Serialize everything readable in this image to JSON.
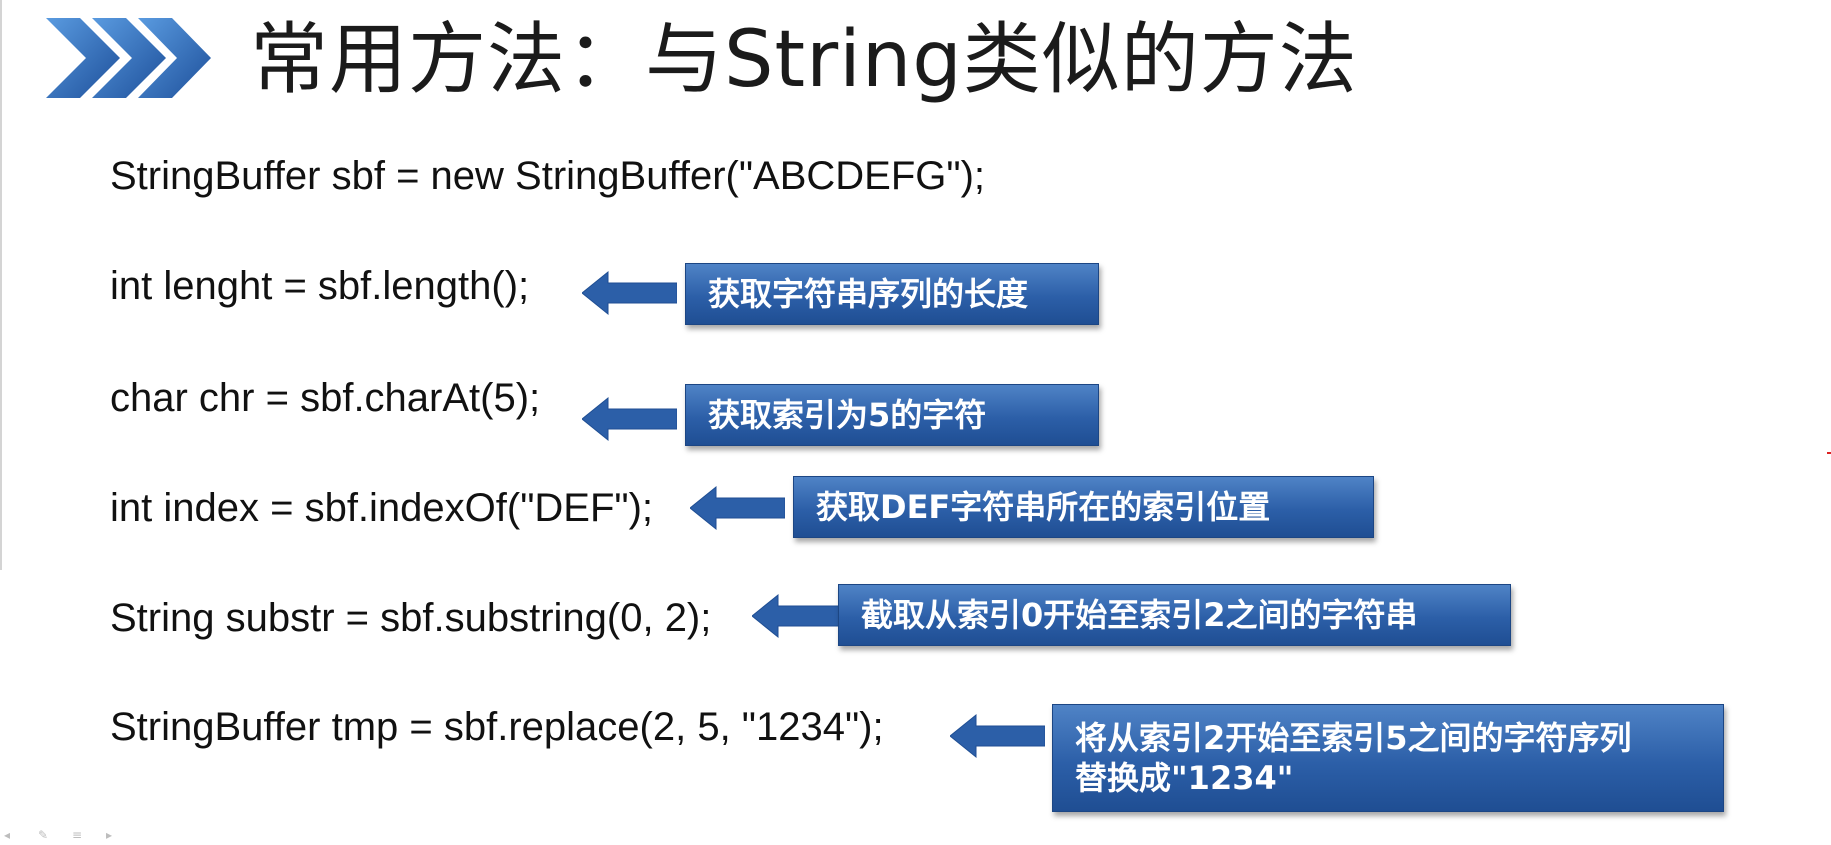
{
  "slide": {
    "title": "常用方法：与String类似的方法",
    "title_icon": "triple-chevron-right-icon",
    "colors": {
      "callout_top": "#4f83c6",
      "callout_bottom": "#1f4e93",
      "arrow": "#2c5fa8",
      "text": "#111111"
    }
  },
  "lines": [
    {
      "code": "StringBuffer sbf = new StringBuffer(\"ABCDEFG\");",
      "note": ""
    },
    {
      "code": "int lenght = sbf.length();",
      "note": "获取字符串序列的长度"
    },
    {
      "code": "char chr = sbf.charAt(5);",
      "note": "获取索引为5的字符"
    },
    {
      "code": "int index = sbf.indexOf(\"DEF\");",
      "note": "获取DEF字符串所在的索引位置"
    },
    {
      "code": "String substr = sbf.substring(0, 2);",
      "note": "截取从索引0开始至索引2之间的字符串"
    },
    {
      "code": "StringBuffer tmp = sbf.replace(2, 5, \"1234\");",
      "note_line1": "将从索引2开始至索引5之间的字符序列",
      "note_line2": "替换成\"1234\""
    }
  ],
  "slide_controls": [
    "prev-icon",
    "pen-icon",
    "menu-icon",
    "next-icon"
  ]
}
